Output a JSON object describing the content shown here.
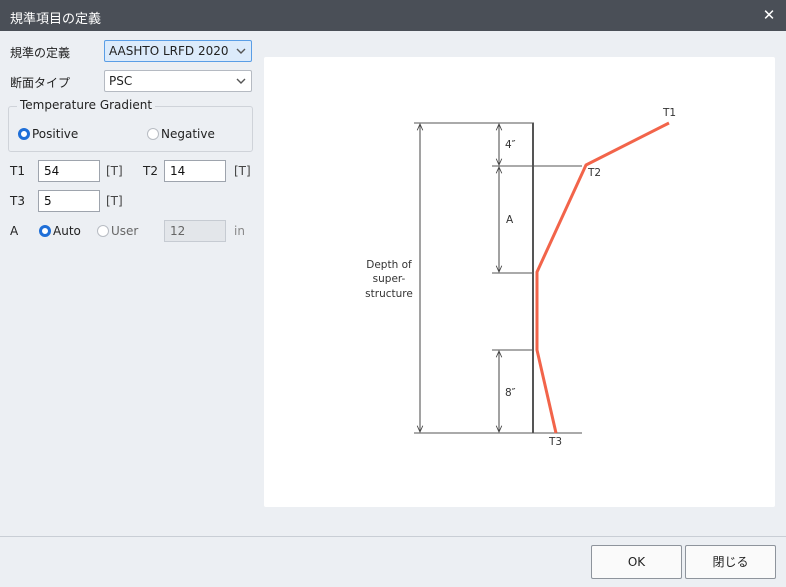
{
  "window": {
    "title": "規準項目の定義"
  },
  "form": {
    "standard_label": "規準の定義",
    "standard_value": "AASHTO LRFD 2020",
    "section_type_label": "断面タイプ",
    "section_type_value": "PSC",
    "group_title": "Temperature Gradient",
    "positive_label": "Positive",
    "negative_label": "Negative",
    "gradient_selected": "Positive",
    "t1_label": "T1",
    "t1_value": "54",
    "t1_unit": "[T]",
    "t2_label": "T2",
    "t2_value": "14",
    "t2_unit": "[T]",
    "t3_label": "T3",
    "t3_value": "5",
    "t3_unit": "[T]",
    "a_label": "A",
    "auto_label": "Auto",
    "user_label": "User",
    "a_mode_selected": "Auto",
    "a_value": "12",
    "a_unit": "in"
  },
  "diagram": {
    "t1": "T1",
    "t2": "T2",
    "t3": "T3",
    "dim_top": "4″",
    "dim_a": "A",
    "dim_bottom": "8″",
    "depth_line1": "Depth of",
    "depth_line2": "super-",
    "depth_line3": "structure",
    "gradient_color": "#f2644a"
  },
  "footer": {
    "ok_label": "OK",
    "close_label": "閉じる"
  }
}
